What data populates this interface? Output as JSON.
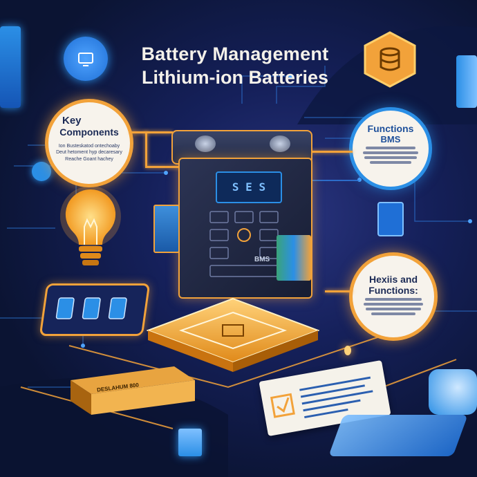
{
  "title": {
    "line1": "Battery Management",
    "line2": "Lithium-ion Batteries"
  },
  "key_components": {
    "heading_line1": "Key",
    "heading_line2": "Components",
    "lines": [
      "Ion Busteskatod ontechoaby",
      "Deut hetoment hyp decaresary",
      "Reache Goant hachey"
    ]
  },
  "functions_bms": {
    "heading_line1": "Functions",
    "heading_line2": "BMS"
  },
  "health_functions": {
    "heading_line1": "Hexiis and",
    "heading_line2": "Functions:"
  },
  "bms_unit": {
    "display_text": "S E S",
    "label": "BMS"
  },
  "battery_pack": {
    "label": "DESLAHUM 800"
  },
  "colors": {
    "accent_orange": "#f2a23a",
    "accent_blue": "#2b8fe6",
    "background": "#0b1433"
  },
  "icons": [
    "monitor-icon",
    "database-icon",
    "lightbulb-icon",
    "battery-cells-icon",
    "chip-icon",
    "document-icon"
  ]
}
